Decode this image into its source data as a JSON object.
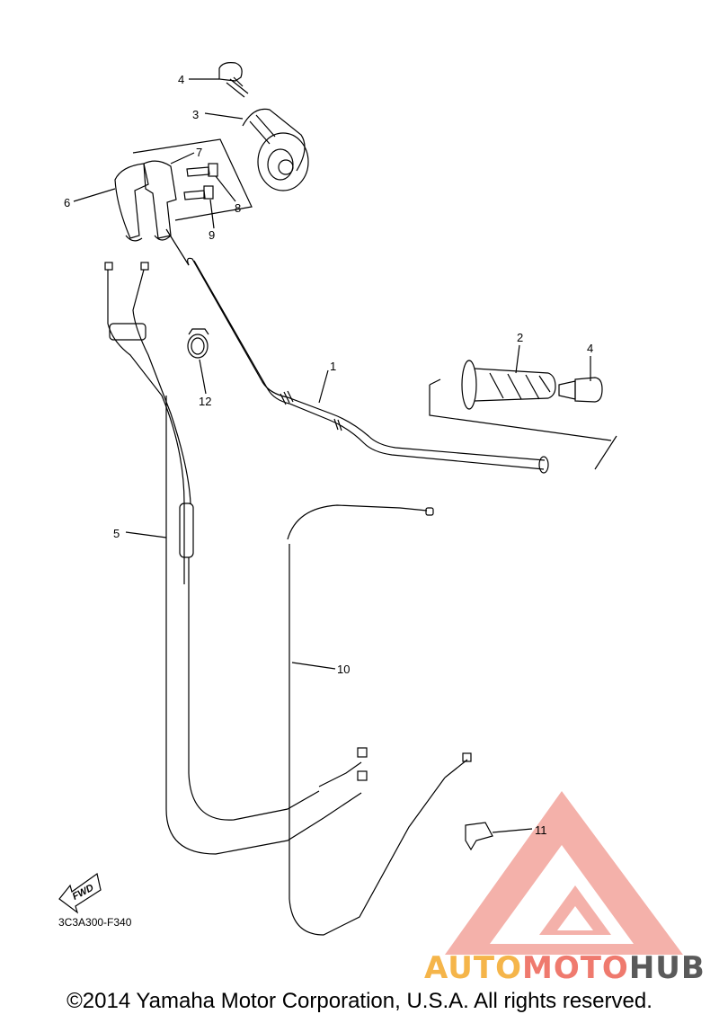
{
  "diagram": {
    "callouts": {
      "p1": "1",
      "p2": "2",
      "p3": "3",
      "p4a": "4",
      "p4b": "4",
      "p5": "5",
      "p6": "6",
      "p7": "7",
      "p8": "8",
      "p9": "9",
      "p10": "10",
      "p11": "11",
      "p12": "12"
    },
    "fwd_label": "FWD",
    "diagram_code": "3C3A300-F340"
  },
  "watermark": {
    "brand_part1": "AUTO",
    "brand_part2": "MOTO",
    "brand_part3": "HUB",
    "colors": {
      "triangle": "#f2a39b",
      "auto": "#f5b54a",
      "moto": "#ef7a6e",
      "hub": "#5a5a5a"
    }
  },
  "footer": {
    "copyright": "©2014 Yamaha Motor Corporation, U.S.A. All rights reserved."
  }
}
